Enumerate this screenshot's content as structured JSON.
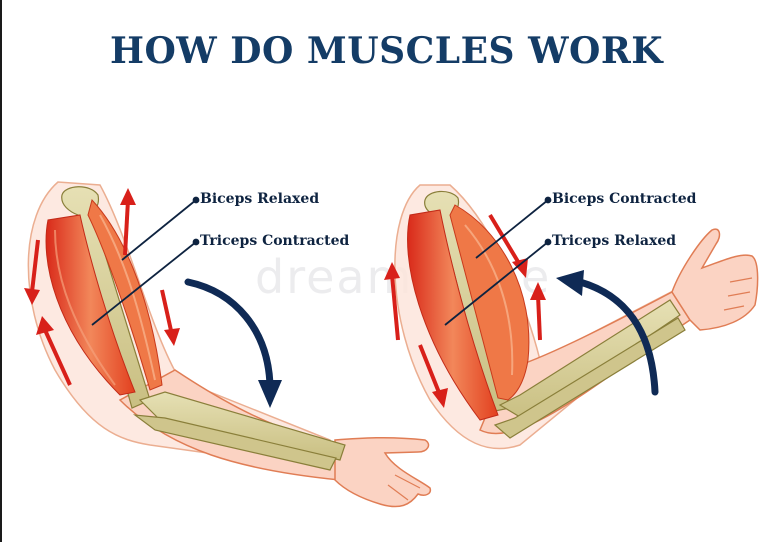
{
  "title": "HOW DO MUSCLES WORK",
  "watermark": "dreamstime",
  "colors": {
    "title": "#143c66",
    "label_text": "#0e2340",
    "leader_line": "#0e2340",
    "motion_arrow": "#0f2a55",
    "force_arrow": "#d8201a",
    "muscle_light": "#f07a4a",
    "muscle_dark": "#e0361f",
    "bone": "#d9d2a0",
    "bone_outline": "#8a7f3a",
    "skin": "#fbd3c3",
    "skin_outline": "#e07d55"
  },
  "panels": [
    {
      "id": "extended-arm",
      "state": "arm extending (lowering)",
      "labels": [
        {
          "text": "Biceps Relaxed"
        },
        {
          "text": "Triceps Contracted"
        }
      ],
      "motion_arrow_direction": "down"
    },
    {
      "id": "flexed-arm",
      "state": "arm flexing (raising)",
      "labels": [
        {
          "text": "Biceps Contracted"
        },
        {
          "text": "Triceps Relaxed"
        }
      ],
      "motion_arrow_direction": "up"
    }
  ]
}
